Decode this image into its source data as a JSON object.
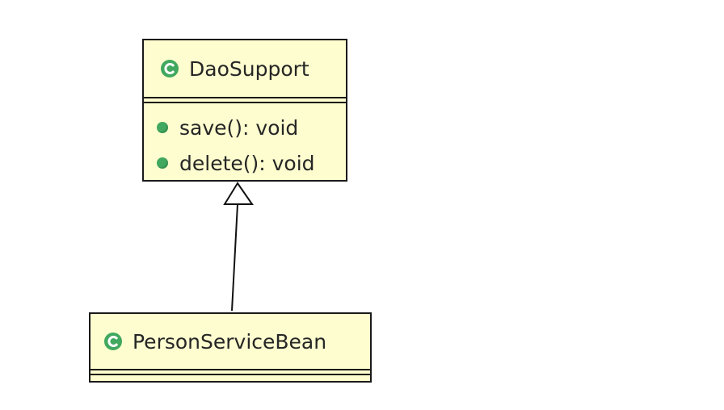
{
  "diagram": {
    "classes": [
      {
        "id": "dao-support",
        "name": "DaoSupport",
        "icon": "class-icon",
        "methods": [
          {
            "name": "save(): void",
            "icon": "public-method-icon"
          },
          {
            "name": "delete(): void",
            "icon": "public-method-icon"
          }
        ]
      },
      {
        "id": "person-service-bean",
        "name": "PersonServiceBean",
        "icon": "class-icon",
        "methods": []
      }
    ],
    "relationships": [
      {
        "type": "generalization",
        "from": "PersonServiceBean",
        "to": "DaoSupport"
      }
    ]
  },
  "colors": {
    "class_fill": "#fdfdcf",
    "border": "#1a1a1a",
    "class_icon_green": "#41a85f",
    "method_icon_green": "#41a85f"
  }
}
